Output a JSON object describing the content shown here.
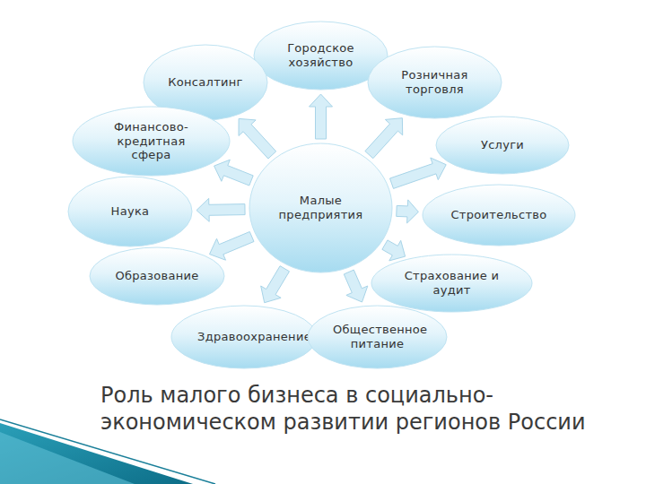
{
  "diagram": {
    "caption": "Роль малого бизнеса в социально-экономическом развитии регионов России",
    "nodes": [
      {
        "text": [
          "Городское хозяйство"
        ]
      },
      {
        "text": [
          "Консалтинг"
        ]
      },
      {
        "text": [
          "Розничная торговля"
        ]
      },
      {
        "text": [
          "Финансово-кредитная сфера"
        ]
      },
      {
        "text": [
          "Услуги"
        ]
      },
      {
        "text": [
          "Наука"
        ]
      },
      {
        "text": [
          "Малые предприятия"
        ]
      },
      {
        "text": [
          "Строительство"
        ]
      },
      {
        "text": [
          "Образование"
        ]
      },
      {
        "text": [
          "Страхование и аудит"
        ]
      },
      {
        "text": [
          "Здравоохранение"
        ]
      },
      {
        "text": [
          "Общественное питание"
        ]
      }
    ],
    "edges": [
      {
        "from": 6,
        "to": 0,
        "arrow": "to"
      },
      {
        "from": 6,
        "to": 1,
        "arrow": "to"
      },
      {
        "from": 6,
        "to": 2,
        "arrow": "to"
      },
      {
        "from": 6,
        "to": 3,
        "arrow": "to"
      },
      {
        "from": 6,
        "to": 4,
        "arrow": "to"
      },
      {
        "from": 6,
        "to": 5,
        "arrow": "to"
      },
      {
        "from": 6,
        "to": 7,
        "arrow": "to"
      },
      {
        "from": 6,
        "to": 8,
        "arrow": "to"
      },
      {
        "from": 6,
        "to": 9,
        "arrow": "to"
      },
      {
        "from": 6,
        "to": 10,
        "arrow": "to"
      },
      {
        "from": 6,
        "to": 11,
        "arrow": "to"
      }
    ]
  }
}
